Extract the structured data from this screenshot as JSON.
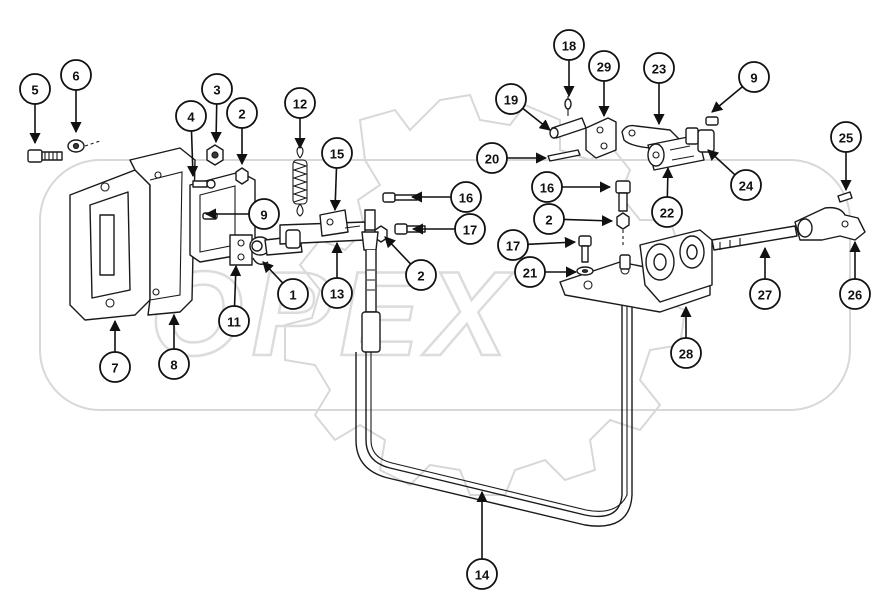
{
  "watermark": {
    "text": "OPEX"
  },
  "callouts": [
    {
      "id": "c5",
      "label": "5"
    },
    {
      "id": "c6",
      "label": "6"
    },
    {
      "id": "c3",
      "label": "3"
    },
    {
      "id": "c4",
      "label": "4"
    },
    {
      "id": "c2a",
      "label": "2"
    },
    {
      "id": "c12",
      "label": "12"
    },
    {
      "id": "c15",
      "label": "15"
    },
    {
      "id": "c9a",
      "label": "9"
    },
    {
      "id": "c16a",
      "label": "16"
    },
    {
      "id": "c17a",
      "label": "17"
    },
    {
      "id": "c2b",
      "label": "2"
    },
    {
      "id": "c1",
      "label": "1"
    },
    {
      "id": "c13",
      "label": "13"
    },
    {
      "id": "c11",
      "label": "11"
    },
    {
      "id": "c7",
      "label": "7"
    },
    {
      "id": "c8",
      "label": "8"
    },
    {
      "id": "c14",
      "label": "14"
    },
    {
      "id": "c18",
      "label": "18"
    },
    {
      "id": "c29",
      "label": "29"
    },
    {
      "id": "c23",
      "label": "23"
    },
    {
      "id": "c9b",
      "label": "9"
    },
    {
      "id": "c19",
      "label": "19"
    },
    {
      "id": "c20",
      "label": "20"
    },
    {
      "id": "c24",
      "label": "24"
    },
    {
      "id": "c16b",
      "label": "16"
    },
    {
      "id": "c22",
      "label": "22"
    },
    {
      "id": "c2c",
      "label": "2"
    },
    {
      "id": "c17b",
      "label": "17"
    },
    {
      "id": "c21",
      "label": "21"
    },
    {
      "id": "c28",
      "label": "28"
    },
    {
      "id": "c27",
      "label": "27"
    },
    {
      "id": "c25",
      "label": "25"
    },
    {
      "id": "c26",
      "label": "26"
    }
  ]
}
